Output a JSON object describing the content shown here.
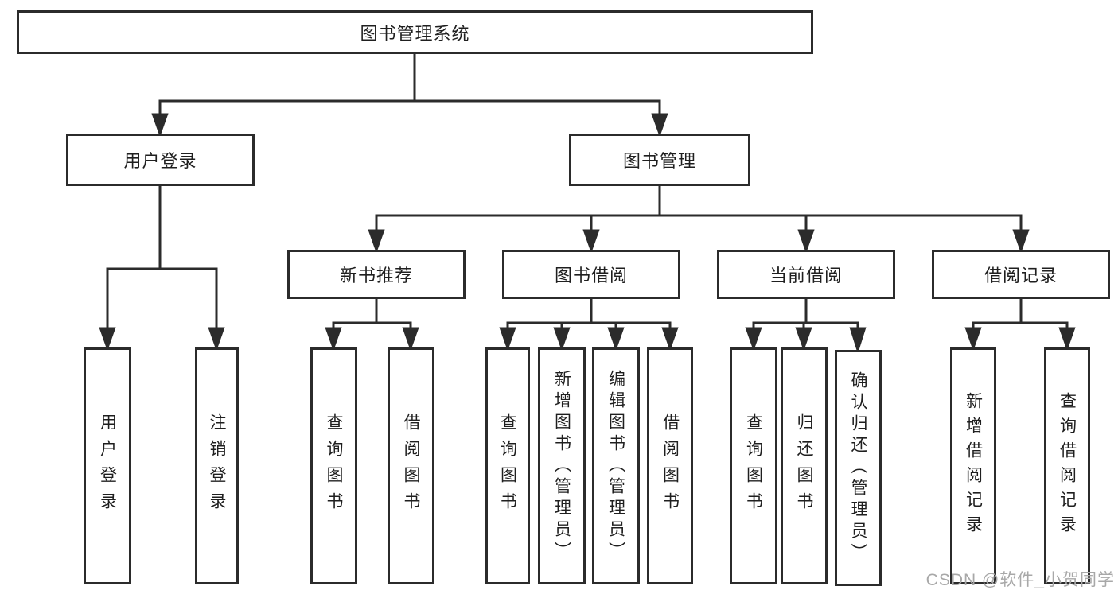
{
  "diagram": {
    "title_node": "图书管理系统",
    "root": "图书管理系统",
    "branches": [
      {
        "label": "用户登录",
        "children": [
          "用户登录",
          "注销登录"
        ]
      },
      {
        "label": "图书管理",
        "groups": [
          {
            "label": "新书推荐",
            "children": [
              "查询图书",
              "借阅图书"
            ]
          },
          {
            "label": "图书借阅",
            "children": [
              "查询图书",
              "新增图书（管理员）",
              "编辑图书（管理员）",
              "借阅图书"
            ]
          },
          {
            "label": "当前借阅",
            "children": [
              "查询图书",
              "归还图书",
              "确认归还（管理员）"
            ]
          },
          {
            "label": "借阅记录",
            "children": [
              "新增借阅记录",
              "查询借阅记录"
            ]
          }
        ]
      }
    ],
    "colors": {
      "line": "#2b2b2b",
      "box_border": "#2b2b2b",
      "text": "#1f1f1f",
      "background": "#ffffff",
      "watermark": "#a8a8a8"
    }
  },
  "watermark": "CSDN @软件_小贺同学"
}
